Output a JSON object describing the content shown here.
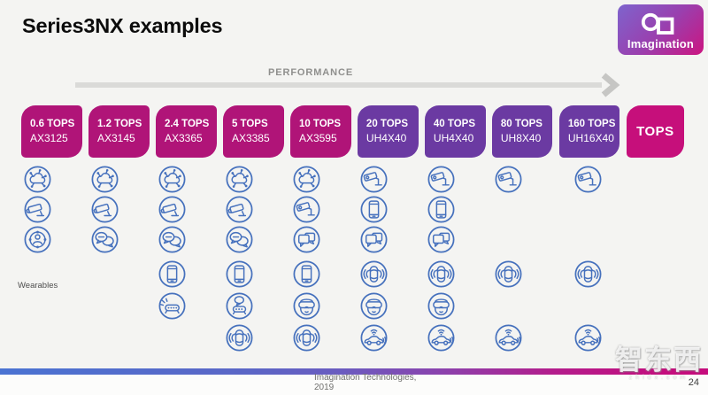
{
  "slide": {
    "title": "Series3NX examples",
    "performance_label": "PERFORMANCE",
    "wearables_caption": "Wearables",
    "footer_credit_line1": "Imagination Technologies,",
    "footer_credit_line2": "2019",
    "page_number": "24",
    "logo_brand": "Imagination",
    "watermark_text": "智东西",
    "watermark_subtext": "zhidx.com"
  },
  "colors": {
    "ax_box": "#b01478",
    "uh_box": "#6b3aa2",
    "tops_box": "#c60f7b",
    "icon_blue": "#4671bd",
    "arrow_gray": "#dadad8",
    "gradient_bar_start": "#4a73d2",
    "gradient_bar_end": "#c50c7c"
  },
  "columns": [
    {
      "tops": "0.6 TOPS",
      "chip": "AX3125",
      "family": "ax",
      "icons": [
        "iot-cloud",
        "cctv-camera",
        "wearables-network",
        null,
        null,
        null
      ]
    },
    {
      "tops": "1.2 TOPS",
      "chip": "AX3145",
      "family": "ax",
      "icons": [
        "iot-cloud",
        "cctv-camera",
        "chat-bubbles",
        null,
        null,
        null
      ]
    },
    {
      "tops": "2.4 TOPS",
      "chip": "AX3365",
      "family": "ax",
      "icons": [
        "iot-cloud",
        "cctv-camera",
        "chat-bubbles",
        "smartphone",
        "smart-speaker",
        null
      ]
    },
    {
      "tops": "5 TOPS",
      "chip": "AX3385",
      "family": "ax",
      "icons": [
        "iot-cloud",
        "cctv-camera",
        "chat-bubbles",
        "smartphone",
        "voice-assistant",
        "car-surround-view"
      ]
    },
    {
      "tops": "10 TOPS",
      "chip": "AX3595",
      "family": "ax",
      "icons": [
        "iot-cloud",
        "cctv-camera-mounted",
        "chat-squares",
        "smartphone",
        "vr-headset",
        "car-surround-view"
      ]
    },
    {
      "tops": "20 TOPS",
      "chip": "UH4X40",
      "family": "uh",
      "icons": [
        "cctv-camera-mounted",
        "smartphone",
        "chat-squares",
        "car-surround-view",
        "vr-headset",
        "autonomous-car"
      ]
    },
    {
      "tops": "40 TOPS",
      "chip": "UH4X40",
      "family": "uh",
      "icons": [
        "cctv-camera-mounted",
        "smartphone",
        "chat-squares",
        "car-surround-view",
        "vr-headset",
        "autonomous-car"
      ]
    },
    {
      "tops": "80 TOPS",
      "chip": "UH8X40",
      "family": "uh",
      "icons": [
        "cctv-camera-mounted",
        null,
        null,
        "car-surround-view",
        null,
        "autonomous-car"
      ]
    },
    {
      "tops": "160 TOPS",
      "chip": "UH16X40",
      "family": "uh",
      "icons": [
        "cctv-camera-mounted",
        null,
        null,
        "car-surround-view",
        null,
        "autonomous-car"
      ]
    },
    {
      "tops": "TOPS",
      "chip": "",
      "family": "tops",
      "icons": [
        null,
        null,
        null,
        null,
        null,
        null
      ]
    }
  ]
}
